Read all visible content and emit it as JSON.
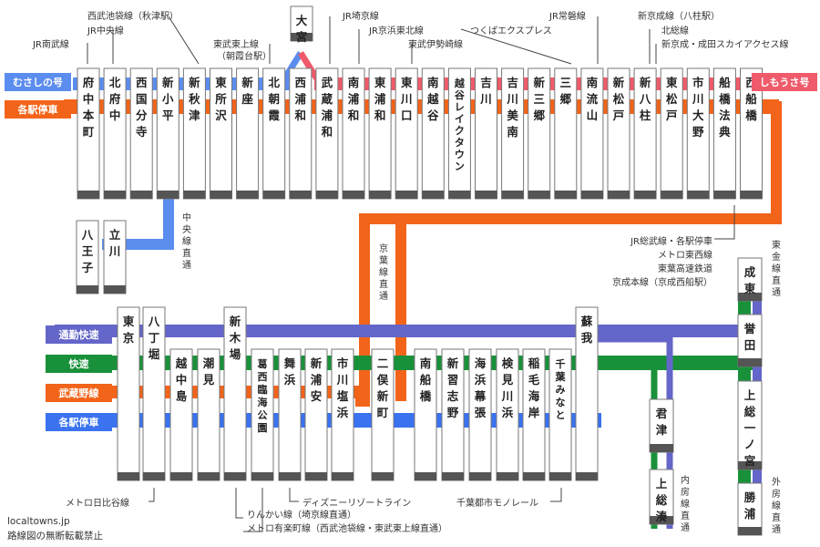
{
  "legend_top": [
    {
      "key": "musashi",
      "label": "むさしの号",
      "color": "#5b8def"
    },
    {
      "key": "local",
      "label": "各駅停車",
      "color": "#f26419"
    }
  ],
  "legend_right": {
    "label": "しもうさ号",
    "color": "#ef5b6b"
  },
  "legend_bottom": [
    {
      "key": "commuter",
      "label": "通勤快速",
      "color": "#6466c9"
    },
    {
      "key": "rapid",
      "label": "快速",
      "color": "#19913a"
    },
    {
      "key": "musashino",
      "label": "武蔵野線",
      "color": "#f26419"
    },
    {
      "key": "local2",
      "label": "各駅停車",
      "color": "#3a72f0"
    }
  ],
  "omiya": "大宮",
  "top_stations": [
    "府中本町",
    "北府中",
    "西国分寺",
    "新小平",
    "新秋津",
    "東所沢",
    "新座",
    "北朝霞",
    "西浦和",
    "武蔵浦和",
    "南浦和",
    "東浦和",
    "東川口",
    "南越谷",
    "越谷レイクタウン",
    "吉川",
    "吉川美南",
    "新三郷",
    "三郷",
    "南流山",
    "新松戸",
    "新八柱",
    "東松戸",
    "市川大野",
    "船橋法典",
    "西船橋"
  ],
  "branch_stations": [
    "八王子",
    "立川"
  ],
  "branch_label": "中央線直通",
  "keiyo_label": "京葉線直通",
  "bottom_stations": [
    "東京",
    "八丁堀",
    "越中島",
    "潮見",
    "新木場",
    "葛西臨海公園",
    "舞浜",
    "新浦安",
    "市川塩浜",
    "二俣新町",
    "南船橋",
    "新習志野",
    "海浜幕張",
    "検見川浜",
    "稲毛海岸",
    "千葉みなと",
    "蘇我"
  ],
  "right_stations": [
    "成東",
    "誉田",
    "上総一ノ宮",
    "勝浦"
  ],
  "kimitsu_stations": [
    "君津",
    "上総湊"
  ],
  "transfers_top": [
    "JR南武線",
    "JR中央線",
    "西武池袋線（秋津駅）",
    "東武東上線",
    "（朝霞台駅）",
    "JR埼京線",
    "JR京浜東北線",
    "東武伊勢崎線",
    "つくばエクスプレス",
    "JR常磐線",
    "新京成線（八柱駅）",
    "北総線",
    "新京成・成田スカイアクセス線"
  ],
  "transfers_nishifunabashi": [
    "JR総武線・各駅停車",
    "メトロ東西線",
    "東葉高速鉄道",
    "京成本線（京成西船駅）"
  ],
  "transfers_bottom": [
    "メトロ日比谷線",
    "りんかい線（埼京線直通）",
    "メトロ有楽町線（西武池袋線・東武東上線直通）",
    "ディズニーリゾートライン",
    "千葉都市モノレール"
  ],
  "line_labels": {
    "togane": "東金線直通",
    "uchibo": "内房線直通",
    "sotobo": "外房線直通"
  },
  "footer": [
    "localtowns.jp",
    "路線図の無断転載禁止"
  ]
}
